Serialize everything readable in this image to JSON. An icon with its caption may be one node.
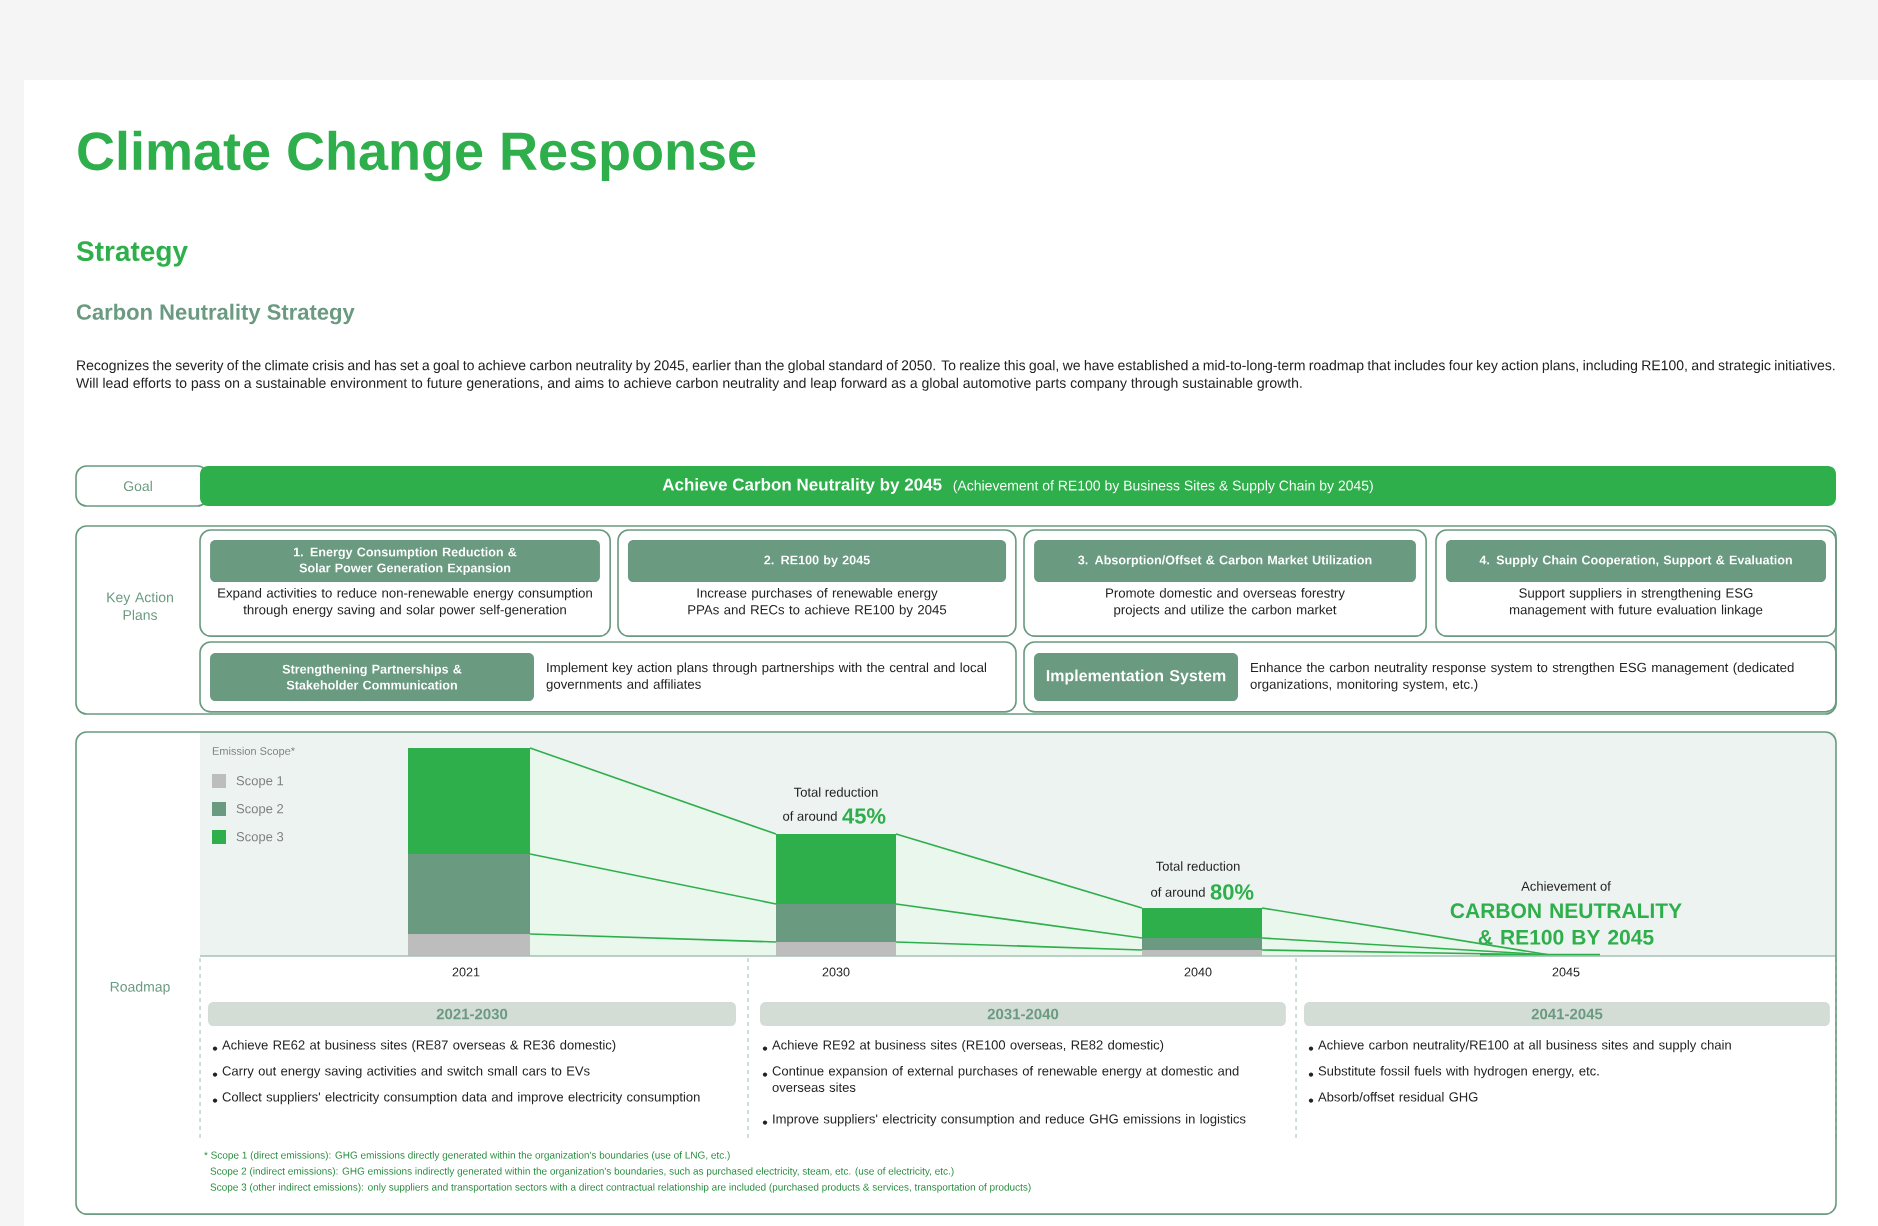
{
  "diagram": {
    "title": "Climate Change Response",
    "nodes": [
      {
        "text": [
          "Goal"
        ]
      },
      {
        "text": [
          "Achieve Carbon Neutrality by 2045",
          "(Achievement of RE100 by Business Sites & Supply Chain by 2045)"
        ]
      },
      {
        "text": [
          "Key Action Plans"
        ]
      },
      {
        "text": [
          "1. Energy Consumption Reduction & Solar Power Generation Expansion",
          "Expand activities to reduce non-renewable energy consumption through energy saving and solar power self-generation"
        ],
        "in": 2
      },
      {
        "text": [
          "2. RE100 by 2045",
          "Increase purchases of renewable energy PPAs and RECs to achieve RE100 by 2045"
        ],
        "in": 2
      },
      {
        "text": [
          "3. Absorption/Offset & Carbon Market Utilization",
          "Promote domestic and overseas forestry projects and utilize the carbon market"
        ],
        "in": 2
      },
      {
        "text": [
          "4. Supply Chain Cooperation, Support & Evaluation",
          "Support suppliers in strengthening ESG management with future evaluation linkage"
        ],
        "in": 2
      },
      {
        "text": [
          "Strengthening Partnerships & Stakeholder Communication",
          "Implement key action plans through partnerships with the central and local governments and affiliates"
        ],
        "in": 2
      },
      {
        "text": [
          "Implementation System",
          "Enhance the carbon neutrality response system to strengthen ESG management (dedicated organizations, monitoring system, etc.)"
        ],
        "in": 2
      },
      {
        "text": [
          "Roadmap"
        ]
      },
      {
        "text": [
          "2021-2030"
        ],
        "in": 9
      },
      {
        "text": [
          "2031-2040"
        ],
        "in": 9
      },
      {
        "text": [
          "2041-2045"
        ],
        "in": 9
      }
    ],
    "labels": [
      "Strategy",
      "Carbon Neutrality Strategy",
      "Recognizes the severity of the climate crisis and has set a goal to achieve carbon neutrality by 2045, earlier than the global standard of 2050. To realize this goal, we have established a mid-to-long-term roadmap that includes four key action plans, including RE100, and strategic initiatives. Will lead efforts to pass on a sustainable environment to future generations, and aims to achieve carbon neutrality and leap forward as a global automotive parts company through sustainable growth.",
      "Emission Scope*",
      "Total reduction",
      "of around",
      "45%",
      "Total reduction",
      "of around",
      "80%",
      "Achievement of",
      "CARBON NEUTRALITY & RE100 BY 2045",
      "2021",
      "2030",
      "2040",
      "2045",
      "Achieve RE62 at business sites (RE87 overseas & RE36 domestic)",
      "Carry out energy saving activities and switch small cars to EVs",
      "Collect suppliers' electricity consumption data and improve electricity consumption",
      "Achieve RE92 at business sites (RE100 overseas, RE82 domestic)",
      "Continue expansion of external purchases of renewable energy at domestic and overseas sites",
      "Improve suppliers' electricity consumption and reduce GHG emissions in logistics",
      "Achieve carbon neutrality/RE100 at all business sites and supply chain",
      "Substitute fossil fuels with hydrogen energy, etc.",
      "Absorb/offset residual GHG",
      "* Scope 1 (direct emissions): GHG emissions directly generated within the organization's boundaries (use of LNG, etc.)",
      "Scope 2 (indirect emissions): GHG emissions indirectly generated within the organization's boundaries, such as purchased electricity, steam, etc. (use of electricity, etc.)",
      "Scope 3 (other indirect emissions): only suppliers and transportation sectors with a direct contractual relationship are included (purchased products & services, transportation of products)"
    ],
    "legend": [
      {
        "text": "Scope 1",
        "color": "#bdbdbd"
      },
      {
        "text": "Scope 2",
        "color": "#6a9a80"
      },
      {
        "text": "Scope 3",
        "color": "#2eaf4b"
      }
    ]
  }
}
